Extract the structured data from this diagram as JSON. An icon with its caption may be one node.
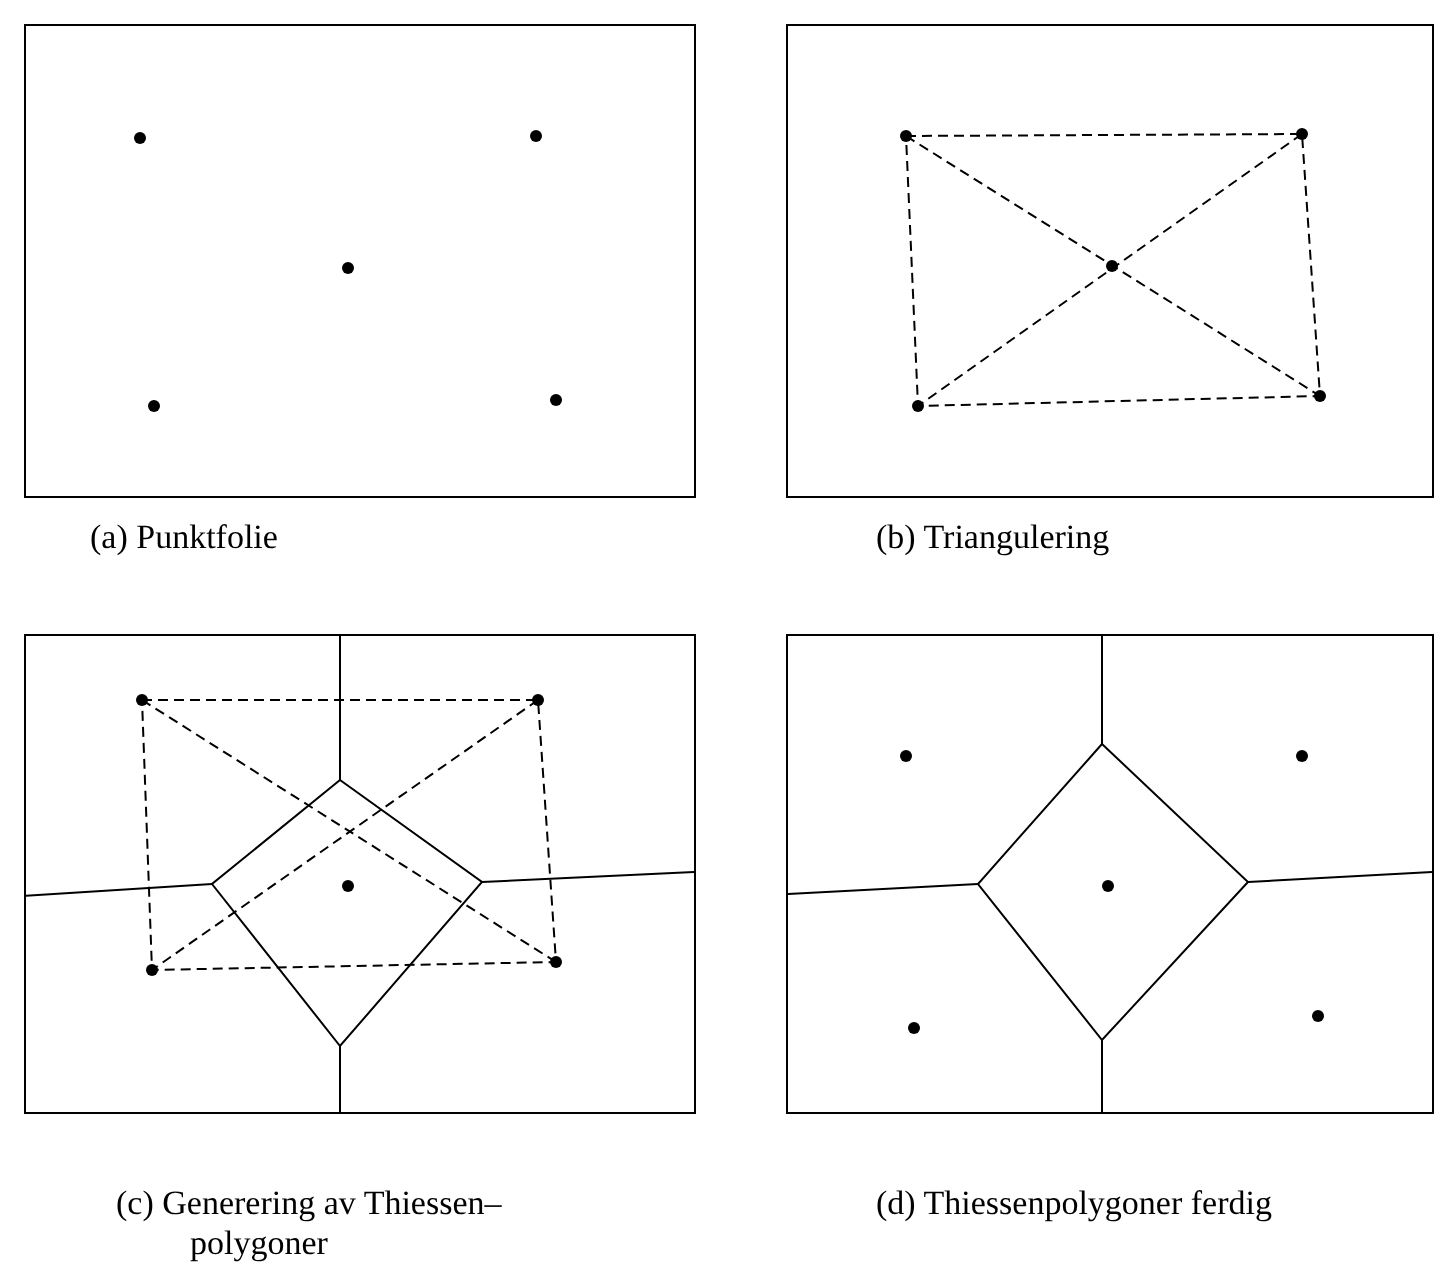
{
  "diagram": {
    "nodes": [
      {
        "text": [],
        "shape": "box",
        "beside": [
          "(a) Punktfolie"
        ]
      },
      {
        "text": [],
        "shape": "box",
        "beside": [
          "(b) Triangulering"
        ]
      },
      {
        "text": [],
        "shape": "box",
        "beside": [
          "(c) Generering av Thiessen–polygoner"
        ]
      },
      {
        "text": [],
        "shape": "box",
        "beside": [
          "(d) Thiessenpolygoner ferdig"
        ]
      }
    ]
  }
}
